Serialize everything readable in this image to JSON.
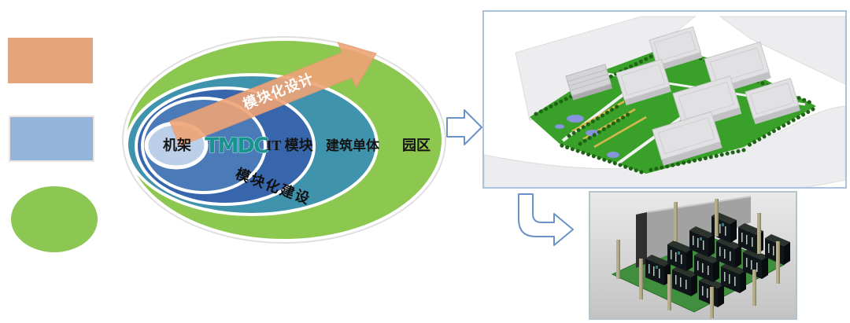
{
  "diagram": {
    "rings": [
      {
        "id": "campus",
        "label": "园区",
        "color": "#8cc74f"
      },
      {
        "id": "building-unit",
        "label": "建筑单体",
        "color": "#4093ad"
      },
      {
        "id": "it-module",
        "label": "IT 模块",
        "color": "#3766ac"
      },
      {
        "id": "tmdc",
        "label": "TMDC",
        "color": "#4b7ab9"
      },
      {
        "id": "rack",
        "label": "机架",
        "color": "#bccfe9"
      }
    ],
    "logo_color": "#18938d",
    "design_arrow_label": "模块化设计",
    "construction_label": "模块化建设",
    "arrow_color": "#efa476",
    "ring_border_color": "#ffffff"
  },
  "legend": {
    "swatches": [
      {
        "name": "orange-rectangle-swatch",
        "shape": "rectangle",
        "color": "#e3a47c"
      },
      {
        "name": "blue-rectangle-swatch",
        "shape": "rectangle",
        "color": "#95b4da"
      },
      {
        "name": "green-ellipse-swatch",
        "shape": "ellipse",
        "color": "#8cc653"
      }
    ]
  },
  "connectors": {
    "flow_color": "#6b93c8",
    "fill_color": "#ffffff"
  },
  "illustrations": {
    "campus": {
      "name": "data-center-campus-3d-render",
      "site_green": "#39a129",
      "road_gray": "#ededef"
    },
    "rack_room": {
      "name": "server-rack-room-3d-render",
      "floor_green": "#3f8f3f"
    }
  }
}
